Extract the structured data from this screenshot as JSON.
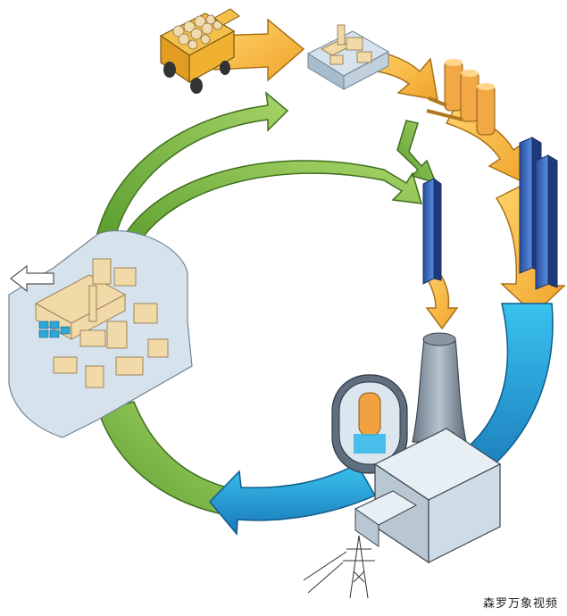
{
  "diagram": {
    "stages": [
      {
        "id": "mining",
        "icon": "mining-truck-icon"
      },
      {
        "id": "milling",
        "icon": "mill-plant-icon"
      },
      {
        "id": "conversion",
        "icon": "conversion-tanks-icon"
      },
      {
        "id": "enrichment",
        "icon": "enrichment-columns-icon"
      },
      {
        "id": "fuel-fabrication",
        "icon": "fuel-rod-icon"
      },
      {
        "id": "reactor",
        "icon": "nuclear-reactor-icon"
      },
      {
        "id": "reprocessing",
        "icon": "reprocessing-plant-icon"
      },
      {
        "id": "grid",
        "icon": "power-pylon-icon"
      }
    ],
    "colors": {
      "front_end": "#f4b43a",
      "back_end": "#2fa8d8",
      "recycle": "#7ab648",
      "building": "#f2d9a8",
      "steel": "#c9d3dd"
    }
  },
  "watermark": "森罗万象视频"
}
